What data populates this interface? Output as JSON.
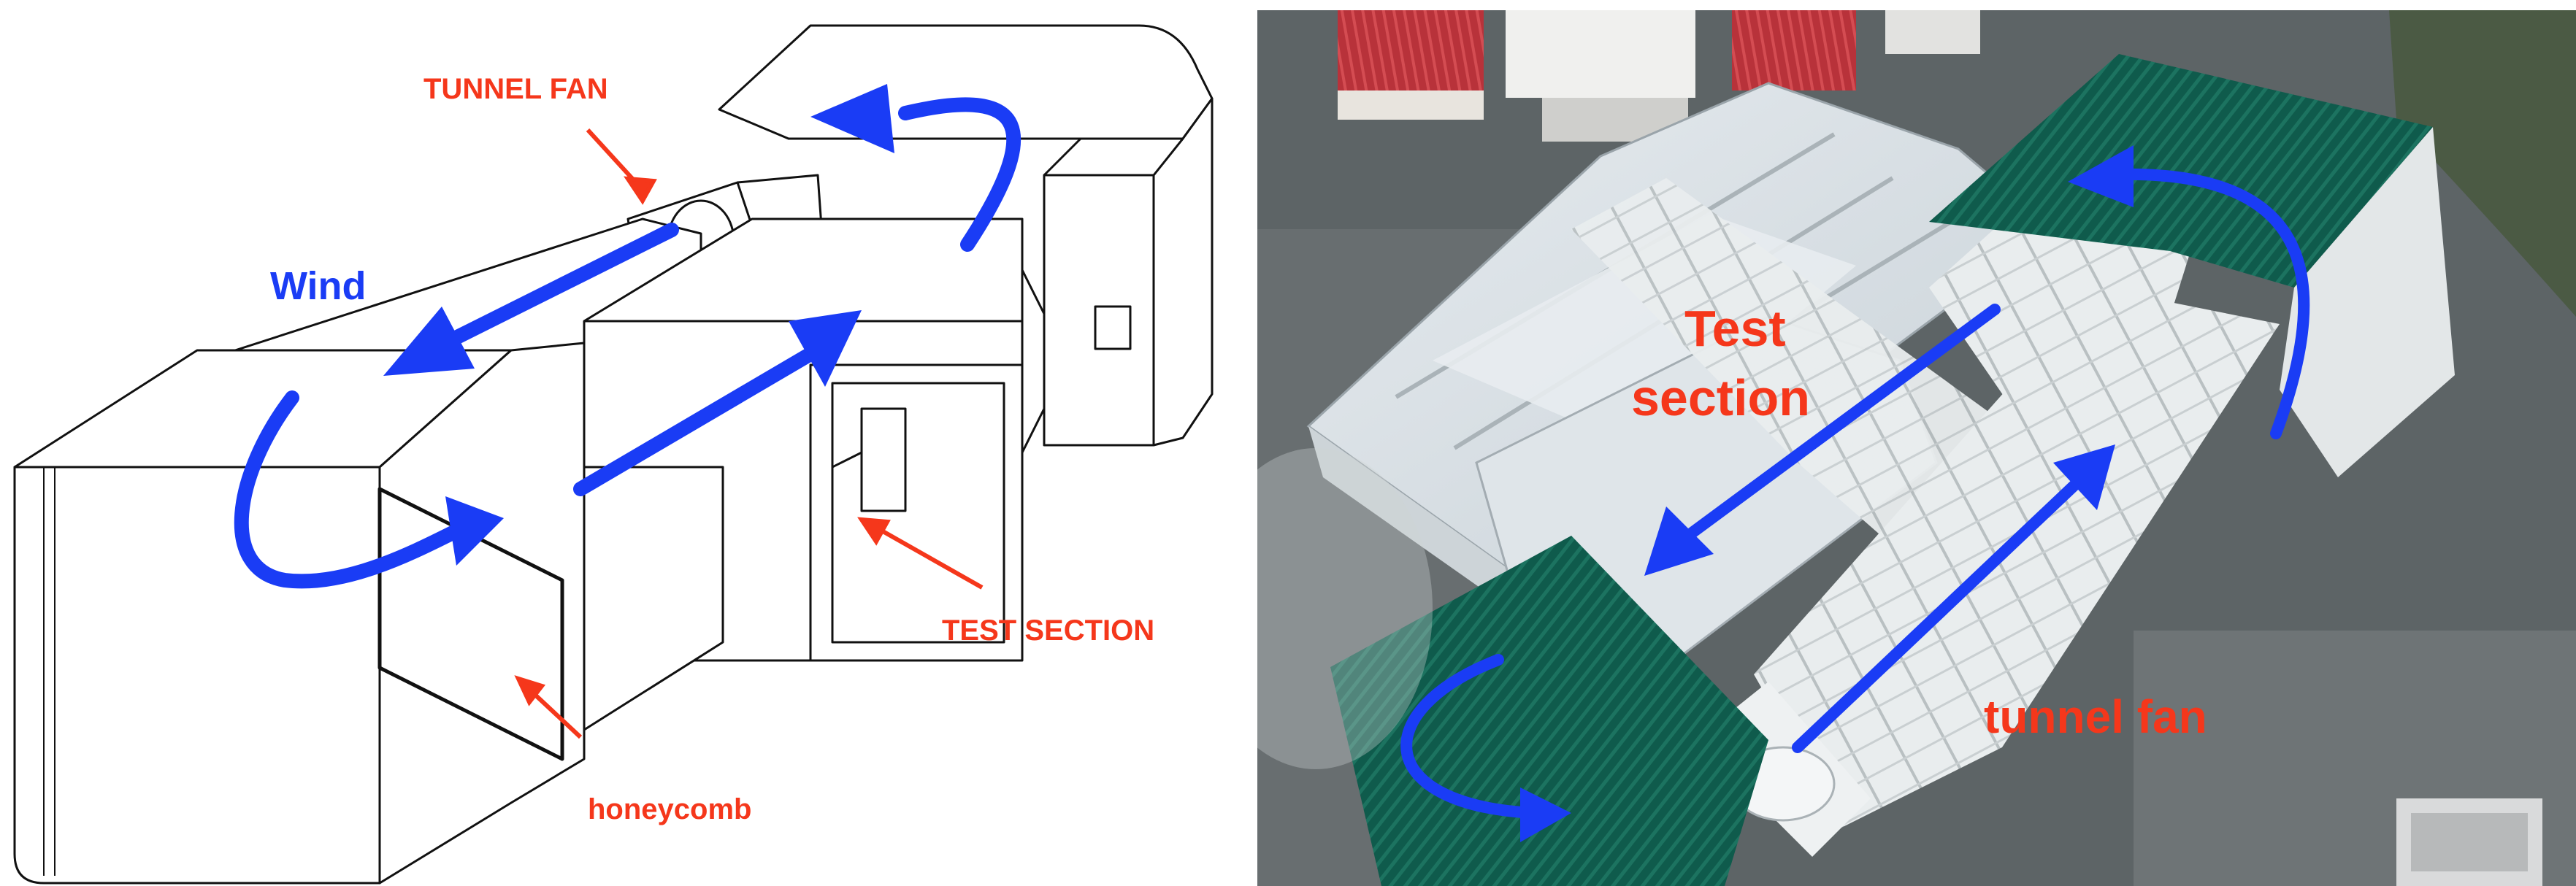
{
  "diagram": {
    "labels": {
      "tunnel_fan": "TUNNEL FAN",
      "wind": "Wind",
      "test_section": "TEST SECTION",
      "honeycomb": "honeycomb"
    }
  },
  "photo": {
    "labels": {
      "test_line1": "Test",
      "test_line2": "section",
      "tunnel_fan": "tunnel fan"
    }
  },
  "colors": {
    "flow_arrow": "#1a3cf5",
    "label_red": "#f5371b",
    "roof_green": "#0f5b4c"
  }
}
